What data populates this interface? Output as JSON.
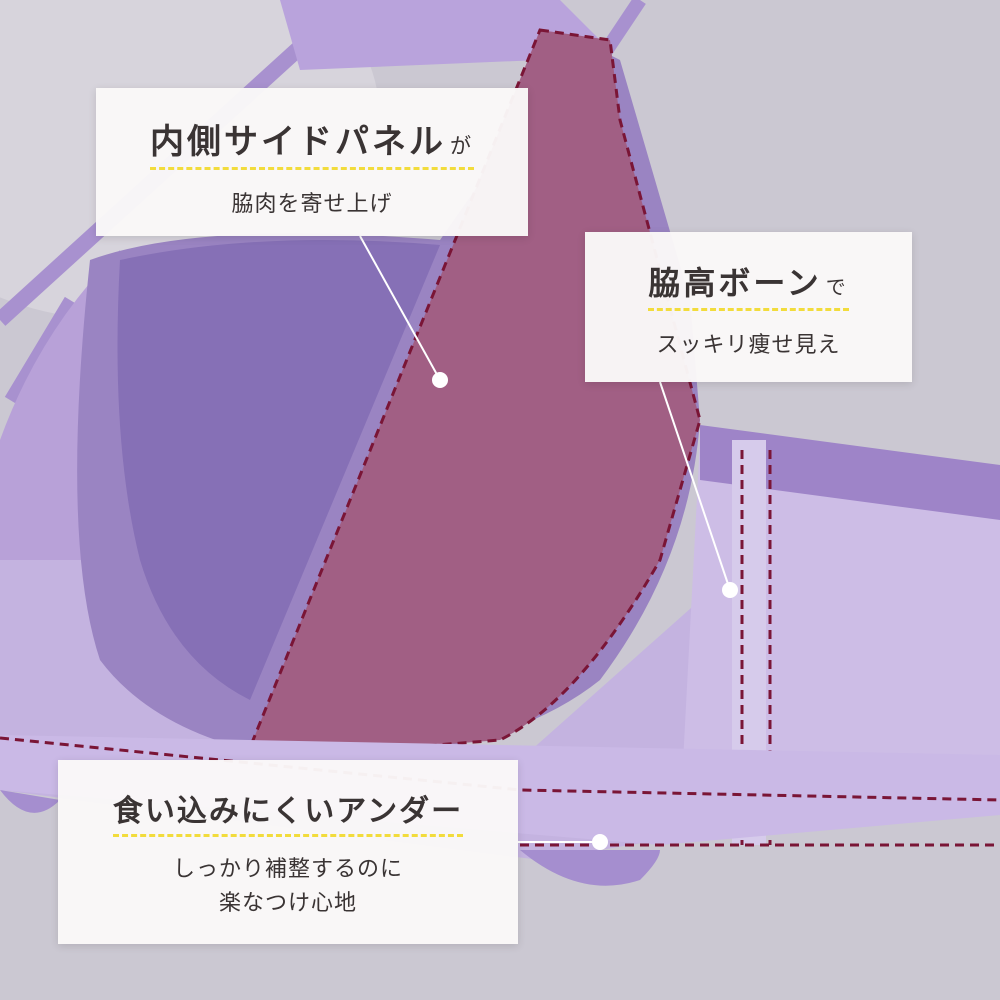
{
  "callouts": [
    {
      "title": "内側サイドパネル",
      "suffix": "が",
      "desc": [
        "脇肉を寄せ上げ"
      ]
    },
    {
      "title": "脇高ボーン",
      "suffix": "で",
      "desc": [
        "スッキリ痩せ見え"
      ]
    },
    {
      "title": "食い込みにくいアンダー",
      "suffix": "",
      "desc": [
        "しっかり補整するのに",
        "楽なつけ心地"
      ]
    }
  ],
  "colors": {
    "background": "#c9c6d0",
    "fabric_light": "#b8a6d6",
    "fabric_cup": "#8f78b8",
    "side_panel": "#9b5a7e",
    "dash_line": "#7a1536",
    "underline_accent": "#f2dc3c",
    "callout_bg": "#faf8f8"
  },
  "icons": [
    "dot-marker-icon",
    "leader-line"
  ]
}
